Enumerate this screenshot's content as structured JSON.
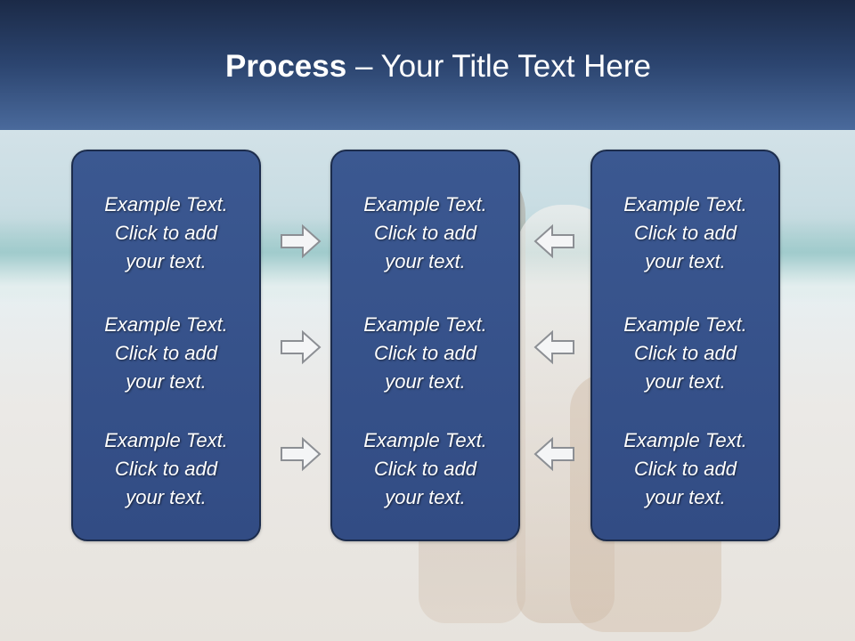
{
  "slide": {
    "title_bold": "Process",
    "title_rest": " – Your Title Text Here"
  },
  "columns": [
    {
      "items": [
        {
          "line1": "Example Text.",
          "line2": "Click  to add",
          "line3": "your text."
        },
        {
          "line1": "Example Text.",
          "line2": "Click  to add",
          "line3": "your text."
        },
        {
          "line1": "Example Text.",
          "line2": "Click  to add",
          "line3": "your text."
        }
      ]
    },
    {
      "items": [
        {
          "line1": "Example Text.",
          "line2": "Click  to add",
          "line3": "your text."
        },
        {
          "line1": "Example Text.",
          "line2": "Click  to add",
          "line3": "your text."
        },
        {
          "line1": "Example Text.",
          "line2": "Click  to add",
          "line3": "your text."
        }
      ]
    },
    {
      "items": [
        {
          "line1": "Example Text.",
          "line2": "Click  to add",
          "line3": "your text."
        },
        {
          "line1": "Example Text.",
          "line2": "Click  to add",
          "line3": "your text."
        },
        {
          "line1": "Example Text.",
          "line2": "Click  to add",
          "line3": "your text."
        }
      ]
    }
  ],
  "arrows": {
    "left_group": [
      "arrow-right-icon",
      "arrow-right-icon",
      "arrow-right-icon"
    ],
    "right_group": [
      "arrow-left-icon",
      "arrow-left-icon",
      "arrow-left-icon"
    ]
  },
  "colors": {
    "header_dark": "#1b2a47",
    "header_light": "#4a6a9c",
    "box_fill": "#34508a",
    "box_border": "#1c2c4c",
    "text": "#ffffff"
  }
}
